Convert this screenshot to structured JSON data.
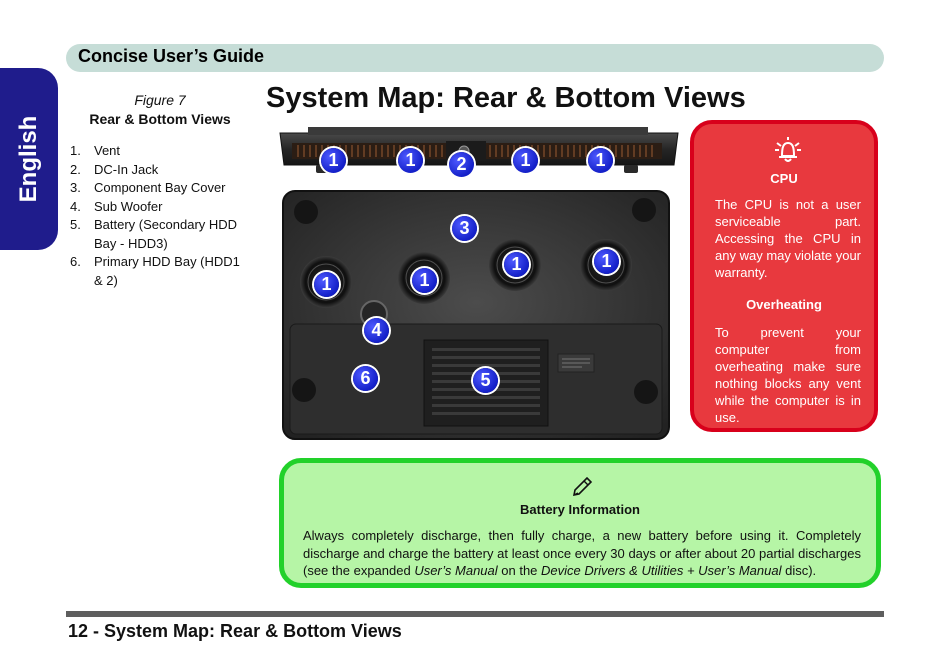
{
  "side_tab": {
    "label": "English"
  },
  "header": {
    "title": "Concise User’s Guide"
  },
  "figure": {
    "number": "Figure 7",
    "title": "Rear & Bottom Views",
    "items": [
      {
        "n": "1.",
        "text": "Vent"
      },
      {
        "n": "2.",
        "text": "DC-In Jack"
      },
      {
        "n": "3.",
        "text": "Component Bay Cover"
      },
      {
        "n": "4.",
        "text": "Sub Woofer"
      },
      {
        "n": "5.",
        "text": "Battery (Secondary HDD Bay - HDD3)"
      },
      {
        "n": "6.",
        "text": "Primary HDD Bay (HDD1 & 2)"
      }
    ]
  },
  "heading": "System Map: Rear & Bottom Views",
  "illustration": {
    "callouts": [
      "1",
      "1",
      "2",
      "1",
      "1",
      "3",
      "1",
      "1",
      "1",
      "1",
      "4",
      "6",
      "5"
    ]
  },
  "cpu_note": {
    "icon": "alarm-bell-icon",
    "title": "CPU",
    "text": "The CPU is not a user serviceable part. Accessing the CPU in any way may violate your warranty.",
    "subtitle": "Overheating",
    "text2": "To prevent your computer from overheating make sure nothing blocks any vent while the computer is in use.",
    "colors": {
      "fill": "#e8393e",
      "border": "#d8001b"
    }
  },
  "battery_note": {
    "icon": "pencil-icon",
    "title": "Battery Information",
    "text_a": "Always completely discharge, then fully charge, a new battery before using it. Completely discharge and charge the battery at least once every 30 days or after about 20 partial discharges (see the expanded ",
    "text_b": "User’s Manual",
    "text_c": " on the ",
    "text_d": "Device Drivers & Utilities + User’s Manual",
    "text_e": " disc).",
    "colors": {
      "fill": "#b6f5a6",
      "border": "#22d12a"
    }
  },
  "footer": {
    "text": "12 -  System Map: Rear & Bottom Views"
  }
}
